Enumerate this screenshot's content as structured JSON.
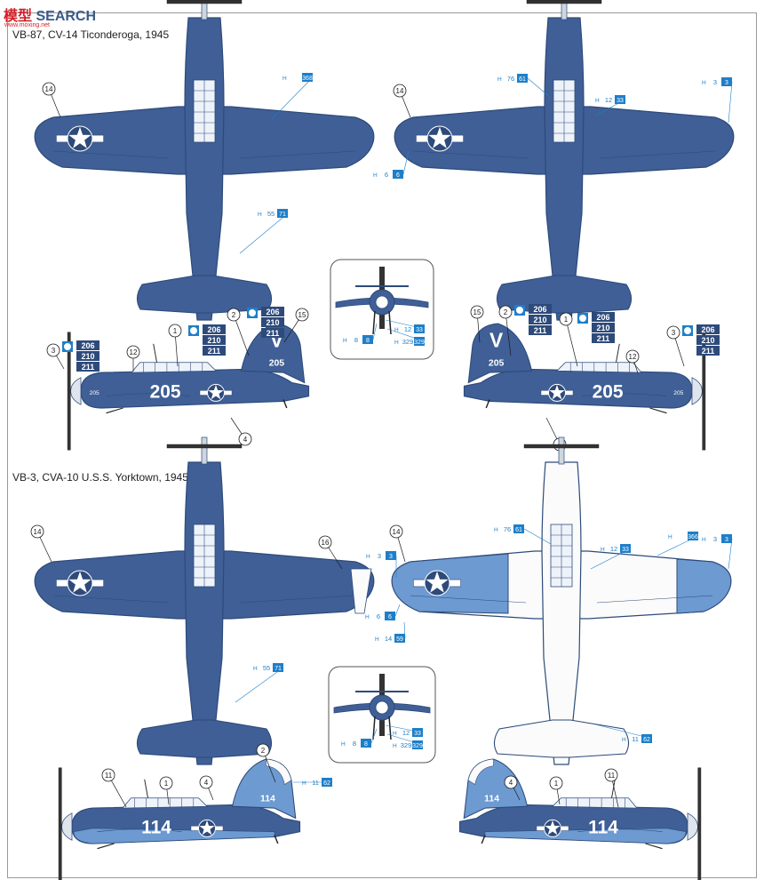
{
  "watermark": {
    "cn": "模型",
    "en": "SEARCH",
    "url": "www.moxing.net"
  },
  "colors": {
    "navy": "#3f5f96",
    "navy_dark": "#2d4a7a",
    "light_blue": "#6c9ad1",
    "white": "#ffffff",
    "insignia": "#ffffff",
    "callout_blue": "#1e7fc9",
    "line": "#1b1b1b"
  },
  "schemes": [
    {
      "title": "VB-87, CV-14 Ticonderoga, 1945",
      "callouts": {
        "top_a": "14",
        "top_b": "14",
        "side_left": [
          "3",
          "12",
          "1",
          "2",
          "15",
          "4"
        ],
        "side_right": [
          "15",
          "2",
          "1",
          "12",
          "3",
          "4"
        ]
      },
      "paint": [
        {
          "prefix": "H",
          "num": "55",
          "code": "71"
        },
        {
          "prefix": "H",
          "num": "76",
          "code": "61"
        },
        {
          "prefix": "H",
          "num": "12",
          "code": "33"
        },
        {
          "prefix": "H",
          "num": "3",
          "code": "3"
        },
        {
          "prefix": "H",
          "num": "6",
          "code": "6"
        },
        {
          "prefix": "H",
          "num": "",
          "code": "368"
        }
      ],
      "front_paint": [
        {
          "prefix": "H",
          "num": "8",
          "code": "8"
        },
        {
          "prefix": "H",
          "num": "12",
          "code": "33"
        },
        {
          "prefix": "H",
          "num": "329",
          "code": "329"
        }
      ],
      "tail_code": "V",
      "fuselage_number": "205",
      "tail_number": "205",
      "decal_numbers": [
        "206",
        "210",
        "211"
      ]
    },
    {
      "title": "VB-3, CVA-10 U.S.S. Yorktown, 1945",
      "callouts": {
        "top_a": "14",
        "top_wing": "16",
        "top_b": "14",
        "side_left": [
          "11",
          "1",
          "4",
          "2"
        ],
        "side_right": [
          "4",
          "1",
          "11"
        ]
      },
      "paint": [
        {
          "prefix": "H",
          "num": "55",
          "code": "71"
        },
        {
          "prefix": "H",
          "num": "76",
          "code": "61"
        },
        {
          "prefix": "H",
          "num": "12",
          "code": "33"
        },
        {
          "prefix": "H",
          "num": "3",
          "code": "3"
        },
        {
          "prefix": "H",
          "num": "6",
          "code": "6"
        },
        {
          "prefix": "H",
          "num": "14",
          "code": "59"
        },
        {
          "prefix": "H",
          "num": "11",
          "code": "62"
        },
        {
          "prefix": "H",
          "num": "",
          "code": "366"
        }
      ],
      "front_paint": [
        {
          "prefix": "H",
          "num": "8",
          "code": "8"
        },
        {
          "prefix": "H",
          "num": "12",
          "code": "33"
        },
        {
          "prefix": "H",
          "num": "329",
          "code": "329"
        }
      ],
      "fuselage_number": "114",
      "tail_number": "114"
    }
  ]
}
